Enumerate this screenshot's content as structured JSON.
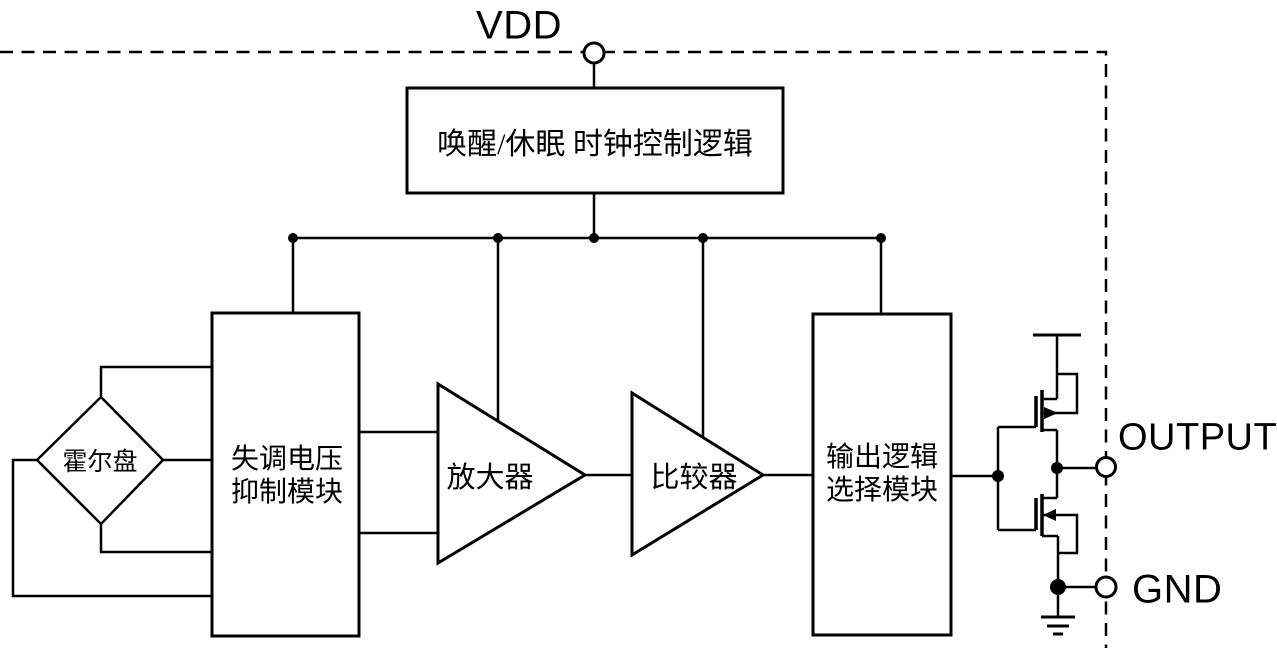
{
  "diagram_type": "hall-sensor-circuit-block-diagram",
  "labels": {
    "vdd": "VDD",
    "output": "OUTPUT",
    "gnd": "GND"
  },
  "blocks": {
    "clock_control": "唤醒/休眠 时钟控制逻辑",
    "hall_plate": "霍尔盘",
    "offset_suppression_line1": "失调电压",
    "offset_suppression_line2": "抑制模块",
    "amplifier": "放大器",
    "comparator": "比较器",
    "output_logic_line1": "输出逻辑",
    "output_logic_line2": "选择模块"
  },
  "colors": {
    "line": "#000000",
    "background": "#ffffff",
    "text": "#000000"
  }
}
